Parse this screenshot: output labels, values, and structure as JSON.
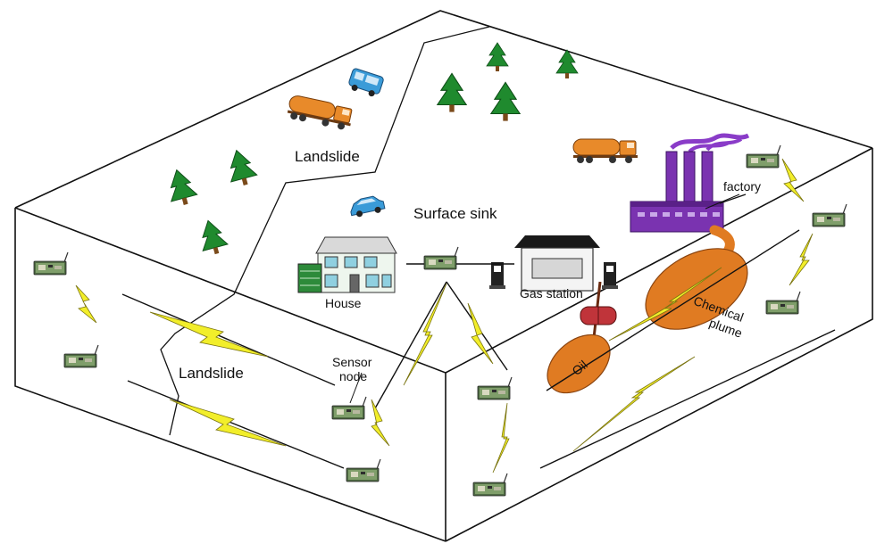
{
  "labels": {
    "landslide_top": "Landslide",
    "landslide_bottom": "Landslide",
    "surface_sink": "Surface sink",
    "house": "House",
    "gas_station": "Gas station",
    "factory": "factory",
    "sensor_node_line1": "Sensor",
    "sensor_node_line2": "node",
    "oil": "Oil",
    "chemical_line1": "Chemical",
    "chemical_line2": "plume"
  },
  "colors": {
    "outline": "#111111",
    "tree": "#1f8a2e",
    "truck": "#e88a2a",
    "car": "#3a9bd8",
    "factory": "#7a33b0",
    "smoke": "#8a3cc8",
    "plume": "#e07b22",
    "oil": "#e07b22",
    "tank": "#c0343a",
    "bolt": "#f2ee2a",
    "sensor": "#5e7a4e"
  },
  "icons": {
    "tree": "pine-tree-icon",
    "truck": "tanker-truck-icon",
    "car": "car-icon",
    "house": "house-icon",
    "gas_station": "gas-station-icon",
    "fuel_pump": "fuel-pump-icon",
    "factory": "factory-icon",
    "sensor": "sensor-node-icon",
    "bolt": "wireless-link-icon"
  }
}
